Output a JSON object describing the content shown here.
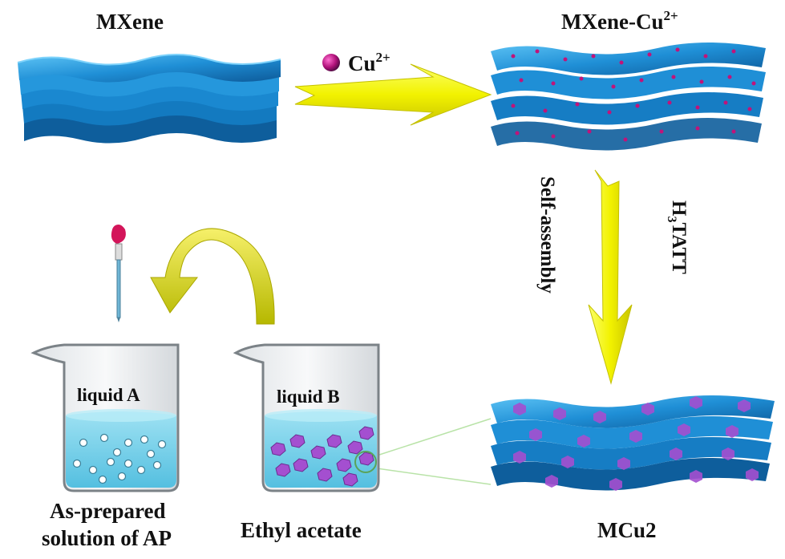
{
  "labels": {
    "mxene": "MXene",
    "mxene_cu_base": "MXene-Cu",
    "mxene_cu_sup": "2+",
    "cu_base": "Cu",
    "cu_sup": "2+",
    "self_assembly": "Self-assembly",
    "h3tatt_prefix": "H",
    "h3tatt_sub": "3",
    "h3tatt_suffix": "TATT",
    "liquid_a": "liquid A",
    "liquid_b": "liquid B",
    "as_prepared_line1": "As-prepared",
    "as_prepared_line2": "solution of AP",
    "ethyl_acetate": "Ethyl acetate",
    "mcu2": "MCu2"
  },
  "colors": {
    "mxene_sheet": "#1f8fd6",
    "mxene_dark": "#0e5e9c",
    "cu_ion": "#c0147a",
    "hexagon": "#a44fd0",
    "arrow": "#f2f200",
    "liquid": "#7dd3ea",
    "dropper_bulb": "#d3155a"
  }
}
